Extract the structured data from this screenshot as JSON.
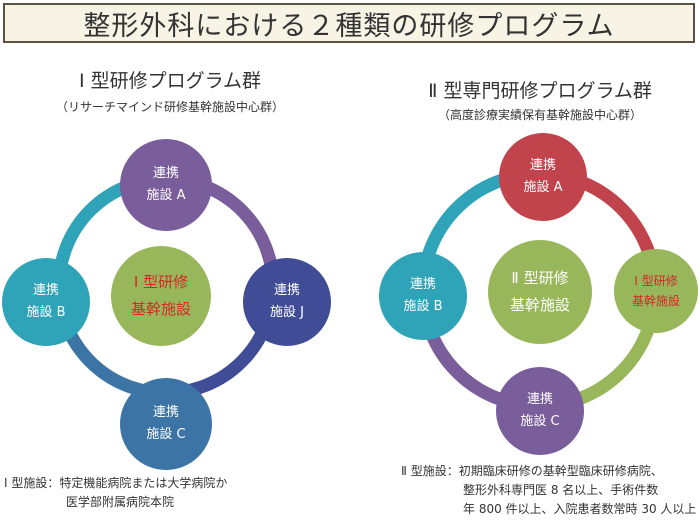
{
  "title": "整形外科における２種類の研修プログラム",
  "colors": {
    "purple": "#7a5e9c",
    "teal": "#2fa3b8",
    "navy": "#404d96",
    "steel_blue": "#3c74a6",
    "olive_green": "#98b75a",
    "crimson": "#c1444d",
    "red_text": "#d22828"
  },
  "program1": {
    "title": "Ⅰ 型研修プログラム群",
    "subtitle": "（リサーチマインド研修基幹施設中心群）",
    "nodes": {
      "top": {
        "line1": "連携",
        "line2": "施設 A"
      },
      "left": {
        "line1": "連携",
        "line2": "施設 B"
      },
      "right": {
        "line1": "連携",
        "line2": "施設 J"
      },
      "bottom": {
        "line1": "連携",
        "line2": "施設 C"
      },
      "center": {
        "line1": "Ⅰ 型研修",
        "line2": "基幹施設"
      }
    },
    "note": {
      "term": "Ⅰ 型施設：",
      "line1": "特定機能病院または大学病院か",
      "line2": "医学部附属病院本院"
    }
  },
  "program2": {
    "title": "Ⅱ 型専門研修プログラム群",
    "subtitle": "（高度診療実績保有基幹施設中心群）",
    "nodes": {
      "top": {
        "line1": "連携",
        "line2": "施設 A"
      },
      "left": {
        "line1": "連携",
        "line2": "施設 B"
      },
      "right": {
        "line1": "Ⅰ 型研修",
        "line2": "基幹施設"
      },
      "bottom": {
        "line1": "連携",
        "line2": "施設 C"
      },
      "center": {
        "line1": "Ⅱ 型研修",
        "line2": "基幹施設"
      }
    },
    "note": {
      "term": "Ⅱ 型施設：",
      "line1": "初期臨床研修の基幹型臨床研修病院、",
      "line2": "整形外科専門医 8 名以上、手術件数",
      "line3": "年 800 件以上、入院患者数常時 30 人以上"
    }
  }
}
